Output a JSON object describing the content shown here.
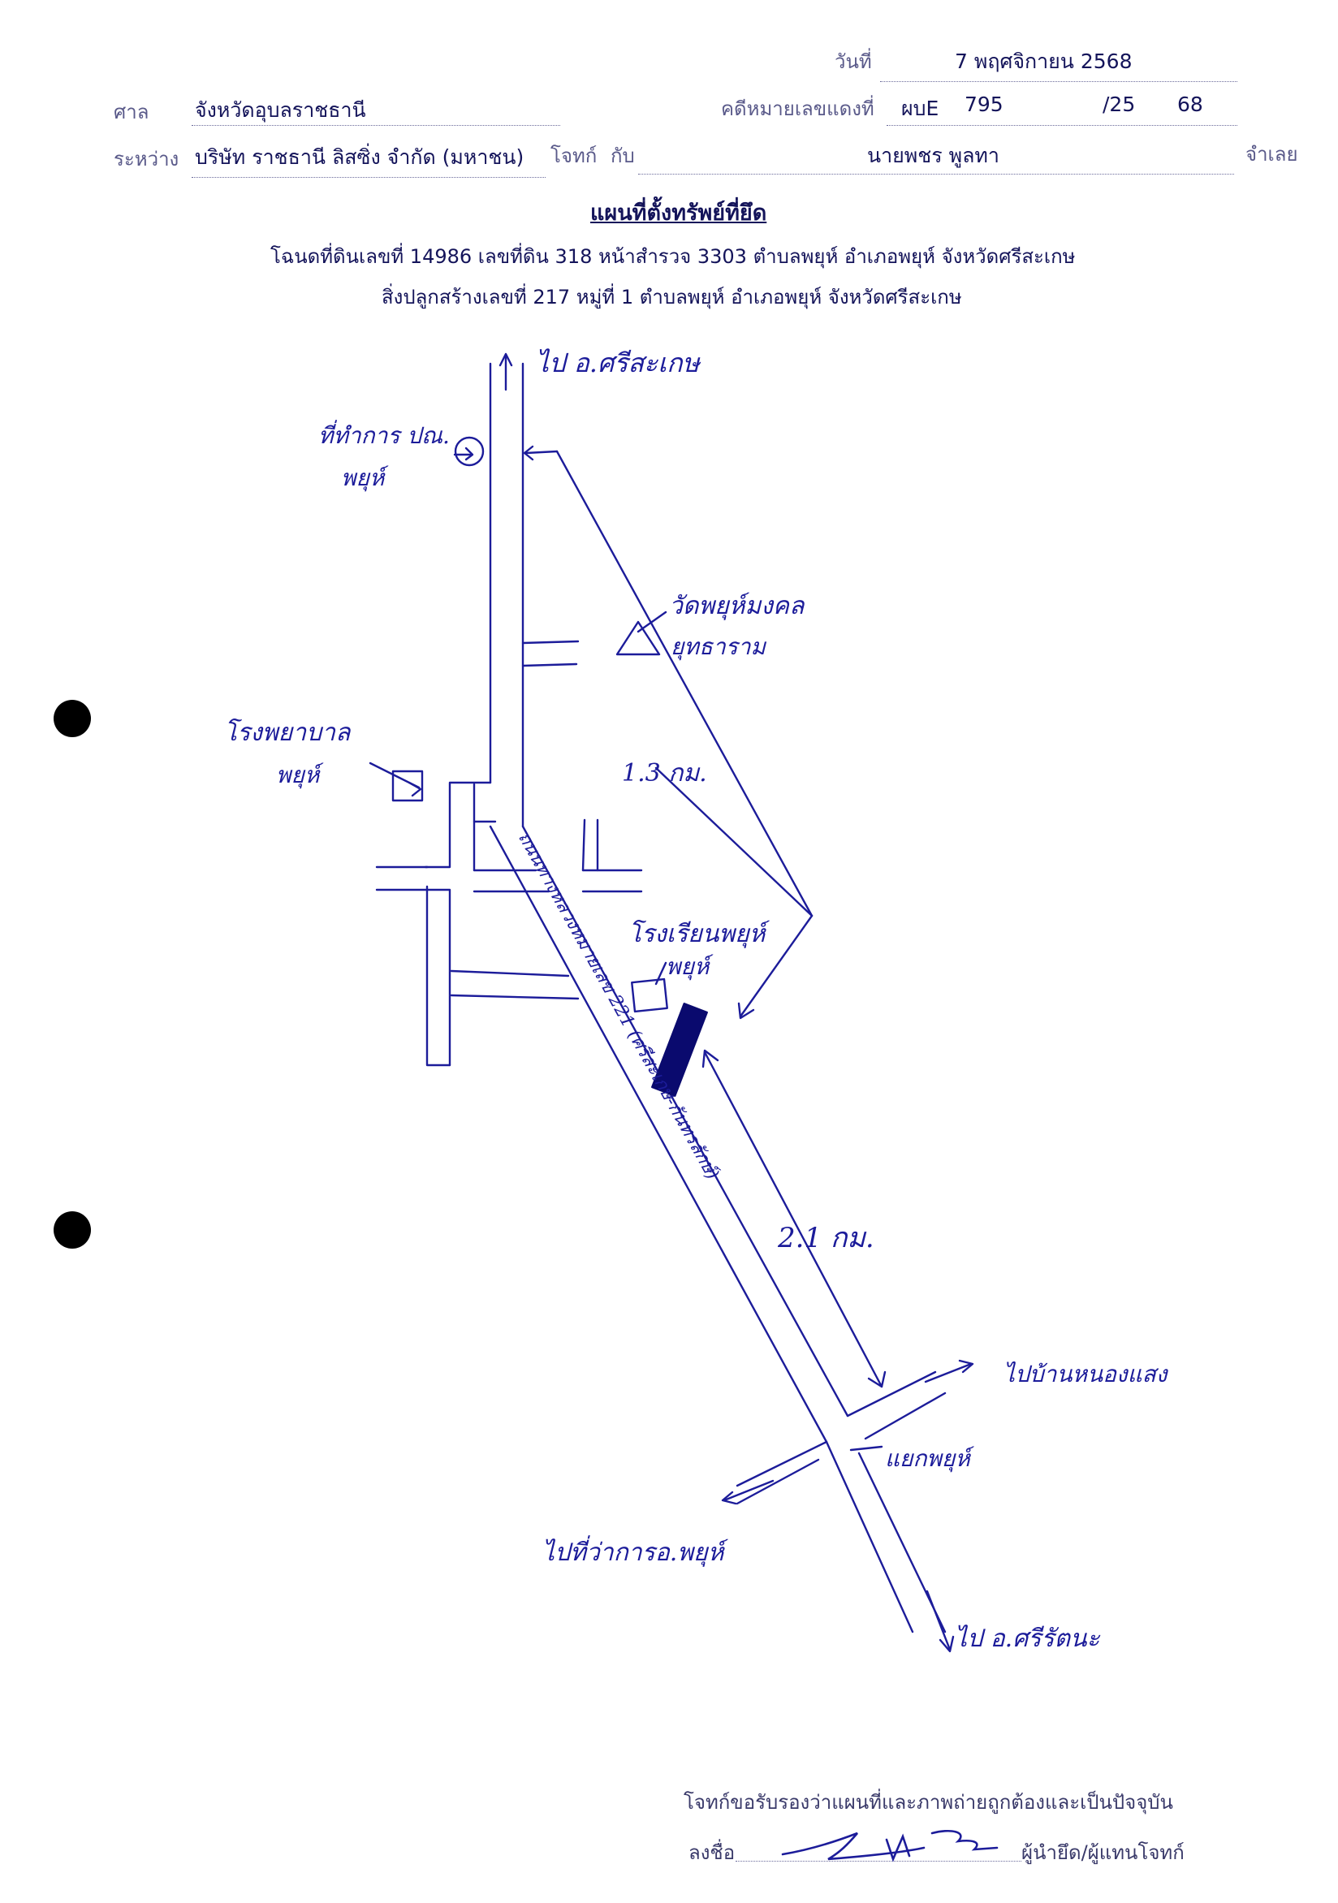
{
  "header": {
    "date_label": "วันที่",
    "date_value": "7  พฤศจิกายน  2568",
    "court_label": "ศาล",
    "court_value": "จังหวัดอุบลราชธานี",
    "case_label": "คดีหมายเลขแดงที่",
    "case_prefix": "ผบE",
    "case_no": "795",
    "case_slash": "/25",
    "case_year": "68",
    "between_label": "ระหว่าง",
    "plaintiff": "บริษัท ราชธานี ลิสซิ่ง จำกัด (มหาชน)",
    "plaintiff_role": "โจทก์",
    "with_label": "กับ",
    "defendant": "นายพชร  พูลทา",
    "defendant_role": "จำเลย"
  },
  "title": "แผนที่ตั้งทรัพย์ที่ยึด",
  "subtitle_1": "โฉนดที่ดินเลขที่ 14986 เลขที่ดิน 318 หน้าสำรวจ 3303 ตำบลพยุห์ อำเภอพยุห์ จังหวัดศรีสะเกษ",
  "subtitle_2": "สิ่งปลูกสร้างเลขที่ 217 หมู่ที่ 1 ตำบลพยุห์ อำเภอพยุห์ จังหวัดศรีสะเกษ",
  "map": {
    "to_north": "ไป อ.ศรีสะเกษ",
    "post_office": "ที่ทำการ ปณ.",
    "post_office_2": "พยุห์",
    "temple": "วัดพยุห์มงคล",
    "temple_2": "ยุทธาราม",
    "hospital": "โรงพยาบาล",
    "hospital_2": "พยุห์",
    "dist_north": "1.3 กม.",
    "school": "โรงเรียนพยุห์",
    "school_2": "พยุห์",
    "road_name": "ถนนทางหลวงหมายเลข 221 (ศรีสะเกษ-กันทรลักษ์)",
    "dist_south": "2.1 กม.",
    "to_east": "ไปบ้านหนองแสง",
    "junction": "แยกพยุห์",
    "to_west": "ไปที่ว่าการอ.พยุห์",
    "to_south": "ไป อ.ศรีรัตนะ"
  },
  "footer": {
    "certify": "โจทก์ขอรับรองว่าแผนที่และภาพถ่ายถูกต้องและเป็นปัจจุบัน",
    "sign_label": "ลงชื่อ",
    "sign_role": "ผู้นำยึด/ผู้แทนโจทก์"
  },
  "colors": {
    "ink": "#1c1c9a",
    "print": "#14145a",
    "property": "#0a0a6e"
  }
}
